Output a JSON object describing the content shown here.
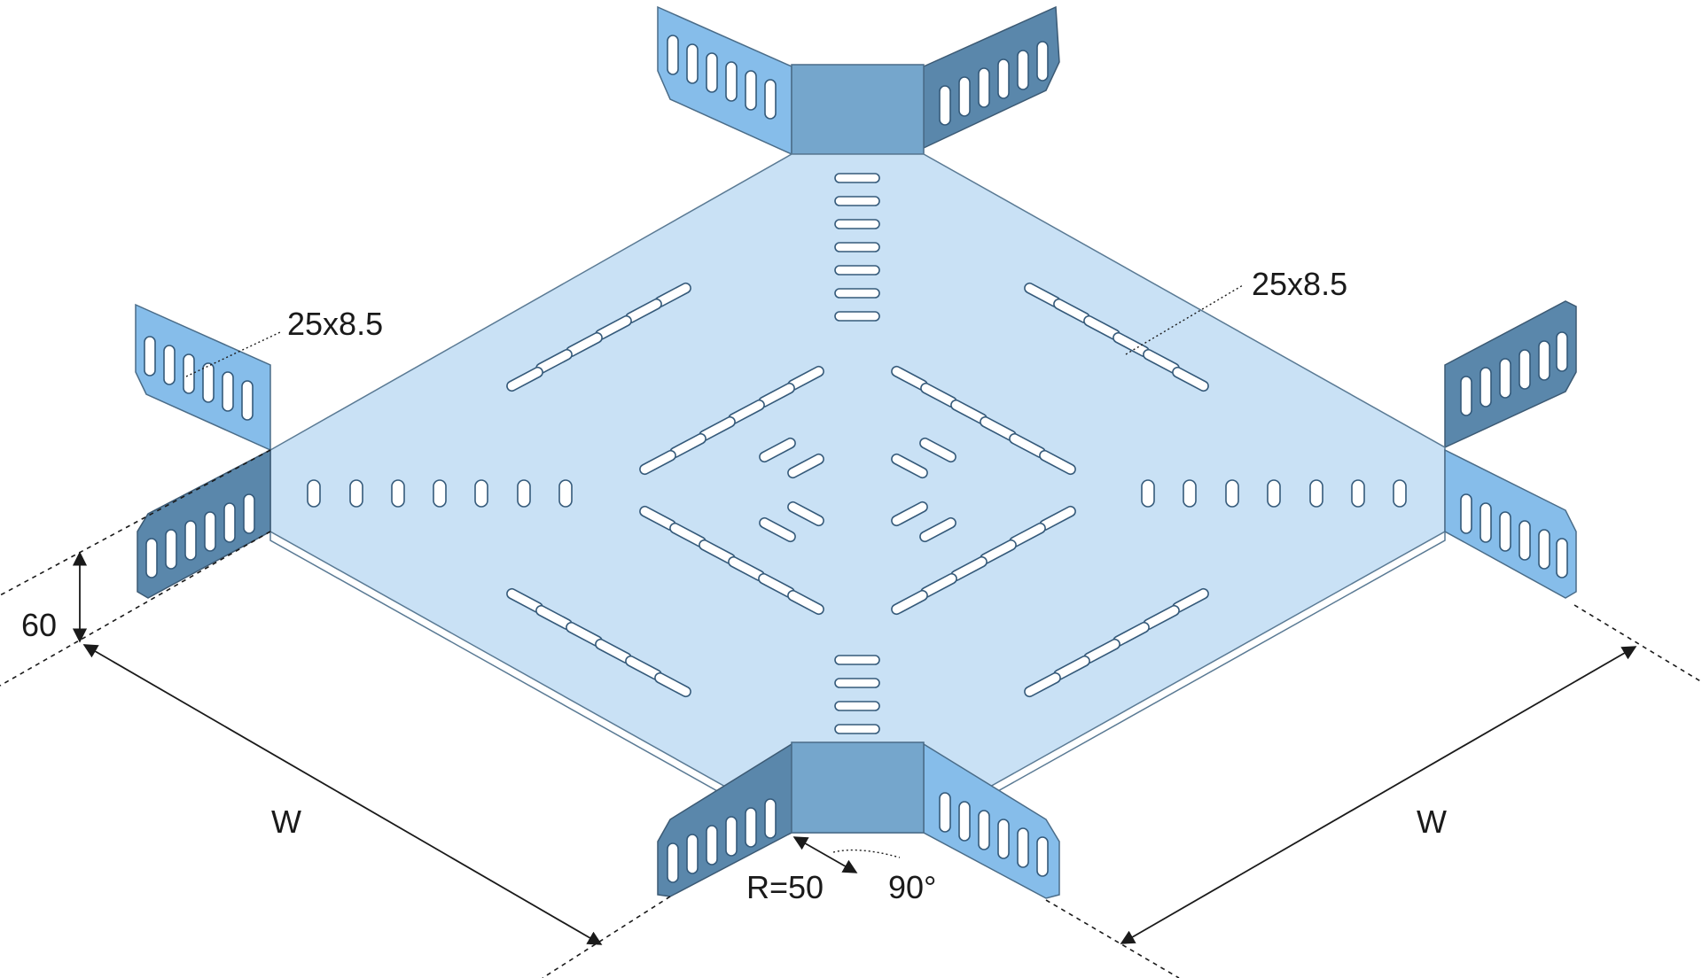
{
  "labels": {
    "slot_size_left": "25x8.5",
    "slot_size_right": "25x8.5",
    "height": "60",
    "width_left": "W",
    "width_right": "W",
    "radius": "R=50",
    "angle": "90°"
  },
  "colors": {
    "plate": "#c9e1f5",
    "wall_light": "#86bdea",
    "wall_dark": "#5a87ab",
    "wall_mid": "#75a6cc"
  }
}
